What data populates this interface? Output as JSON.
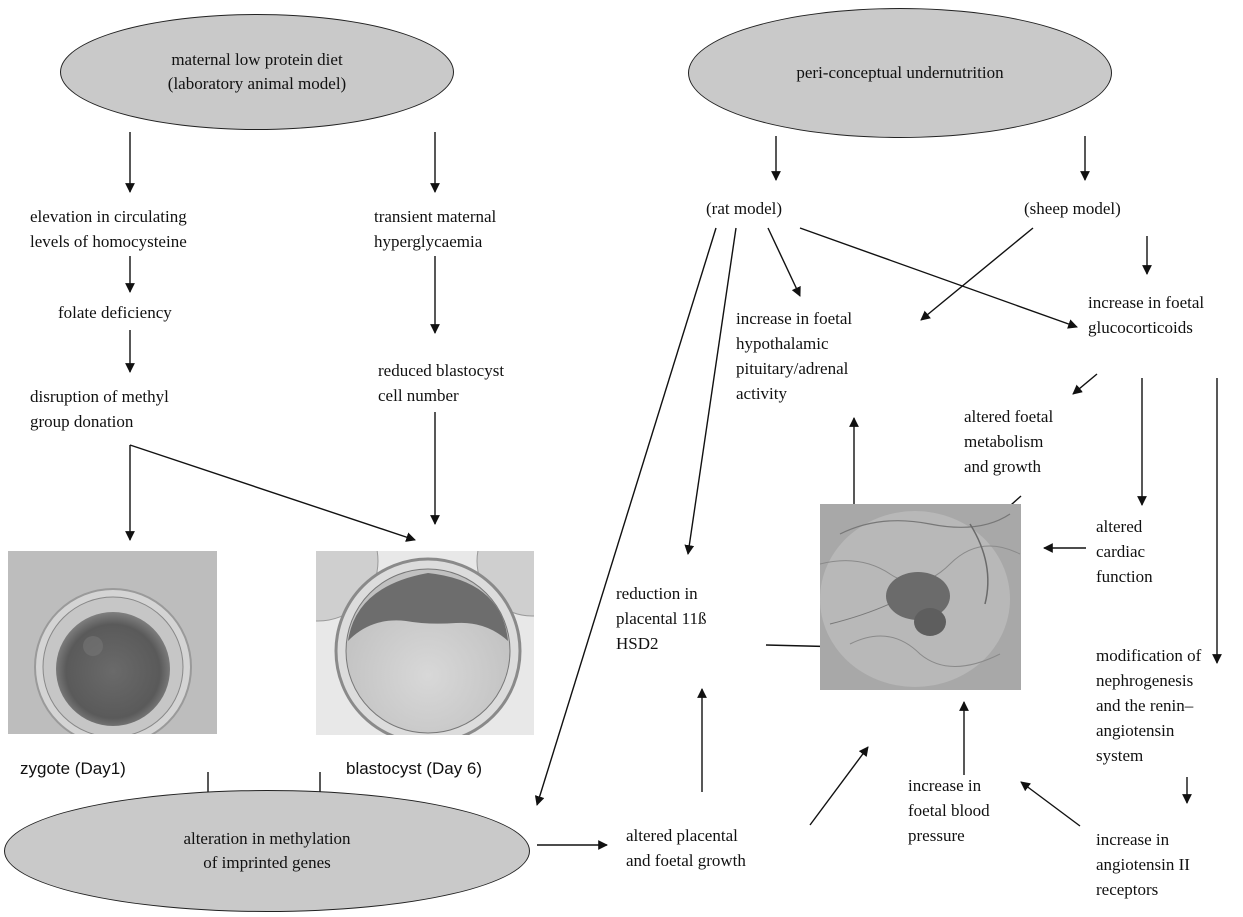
{
  "nodes": {
    "maternal_low_protein_diet": "maternal low protein diet\n(laboratory animal model)",
    "peri_conceptual_undernutrition": "peri-conceptual undernutrition",
    "alteration_methylation": "alteration  in methylation\nof imprinted genes",
    "elevation_homocysteine": "elevation in circulating\nlevels of  homocysteine",
    "transient_hyperglycaemia": "transient maternal\nhyperglycaemia",
    "folate_deficiency": "folate deficiency",
    "reduced_blastocyst": "reduced blastocyst\ncell number",
    "disruption_methyl": "disruption of methyl\ngroup donation",
    "rat_model": "(rat model)",
    "sheep_model": "(sheep model)",
    "increase_hpa": "increase in foetal\nhypothalamic\npituitary/adrenal\nactivity",
    "increase_glucocorticoids": "increase in foetal\nglucocorticoids",
    "altered_metabolism": "altered foetal\nmetabolism\nand growth",
    "reduction_hsd2": "reduction in\nplacental 11ß\nHSD2",
    "altered_cardiac": "altered\ncardiac\nfunction",
    "modification_nephrogenesis": "modification of\nnephrogenesis\nand the renin–\nangiotensin\nsystem",
    "increase_blood_pressure": "increase in\nfoetal blood\npressure",
    "altered_growth": "altered placental\nand foetal growth",
    "increase_angiotensin": "increase in\nangiotensin II\nreceptors"
  },
  "photo_captions": {
    "zygote": "zygote (Day1)",
    "blastocyst": "blastocyst (Day 6)"
  },
  "colors": {
    "ellipse_fill": "#c9c9c9",
    "line": "#111111",
    "text": "#111111"
  }
}
